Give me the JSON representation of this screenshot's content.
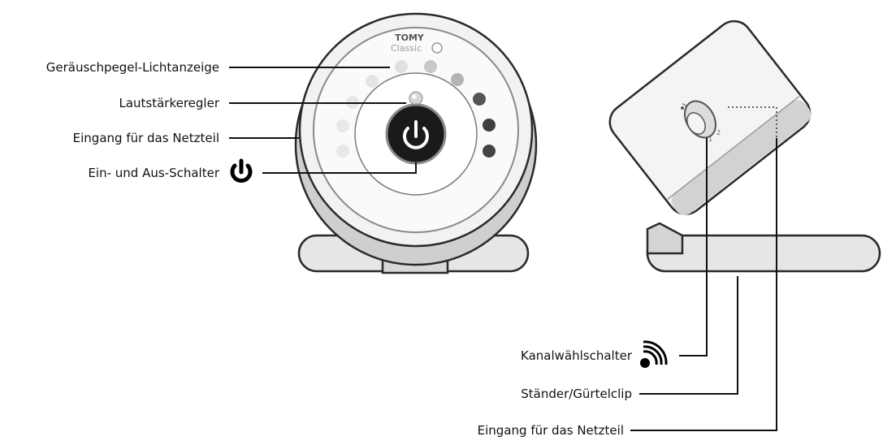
{
  "labels": {
    "noise_level_lights": "Geräuschpegel-Lichtanzeige",
    "volume_control": "Lautstärkeregler",
    "power_input_front": "Eingang für das Netzteil",
    "on_off_switch": "Ein- und Aus-Schalter",
    "channel_switch": "Kanalwählschalter",
    "stand_belt_clip": "Ständer/Gürtelclip",
    "power_input_side": "Eingang für das Netzteil"
  },
  "brand": {
    "name": "TOMY",
    "line": "Classic"
  },
  "channel_marks": {
    "one": "1",
    "two": "2"
  },
  "icons": {
    "power": "power-icon",
    "channel": "wireless-signal-icon"
  }
}
